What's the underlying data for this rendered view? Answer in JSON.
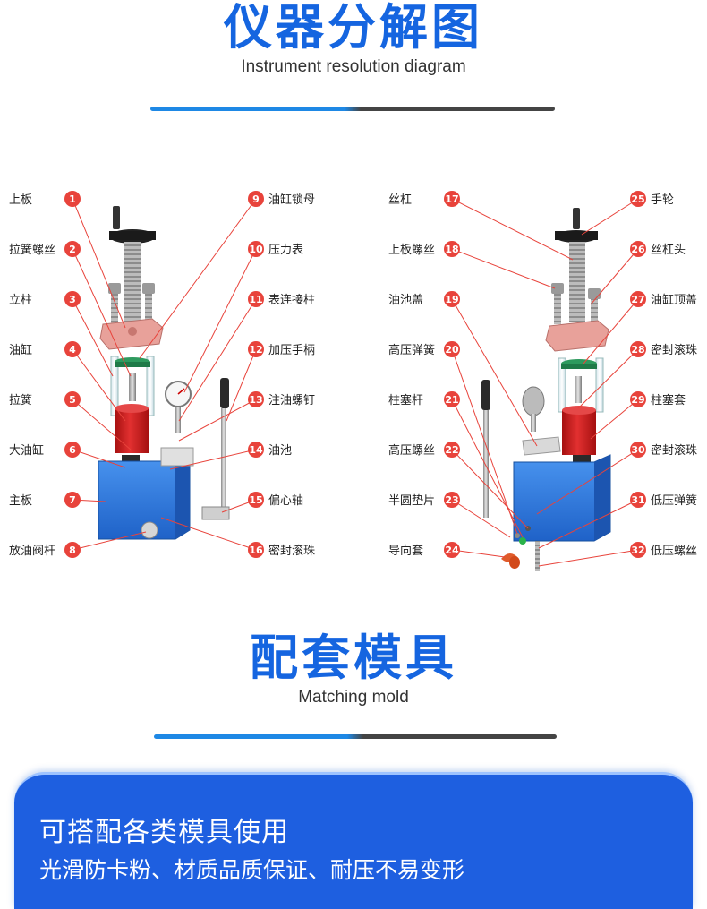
{
  "header": {
    "title_cn": "仪器分解图",
    "title_en": "Instrument resolution diagram"
  },
  "parts": [
    {
      "num": "1",
      "label": "上板"
    },
    {
      "num": "2",
      "label": "拉簧螺丝"
    },
    {
      "num": "3",
      "label": "立柱"
    },
    {
      "num": "4",
      "label": "油缸"
    },
    {
      "num": "5",
      "label": "拉簧"
    },
    {
      "num": "6",
      "label": "大油缸"
    },
    {
      "num": "7",
      "label": "主板"
    },
    {
      "num": "8",
      "label": "放油阀杆"
    },
    {
      "num": "9",
      "label": "油缸锁母"
    },
    {
      "num": "10",
      "label": "压力表"
    },
    {
      "num": "11",
      "label": "表连接柱"
    },
    {
      "num": "12",
      "label": "加压手柄"
    },
    {
      "num": "13",
      "label": "注油螺钉"
    },
    {
      "num": "14",
      "label": "油池"
    },
    {
      "num": "15",
      "label": "偏心轴"
    },
    {
      "num": "16",
      "label": "密封滚珠"
    },
    {
      "num": "17",
      "label": "丝杠"
    },
    {
      "num": "18",
      "label": "上板螺丝"
    },
    {
      "num": "19",
      "label": "油池盖"
    },
    {
      "num": "20",
      "label": "高压弹簧"
    },
    {
      "num": "21",
      "label": "柱塞杆"
    },
    {
      "num": "22",
      "label": "高压螺丝"
    },
    {
      "num": "23",
      "label": "半圆垫片"
    },
    {
      "num": "24",
      "label": "导向套"
    },
    {
      "num": "25",
      "label": "手轮"
    },
    {
      "num": "26",
      "label": "丝杠头"
    },
    {
      "num": "27",
      "label": "油缸顶盖"
    },
    {
      "num": "28",
      "label": "密封滚珠"
    },
    {
      "num": "29",
      "label": "柱塞套"
    },
    {
      "num": "30",
      "label": "密封滚珠"
    },
    {
      "num": "31",
      "label": "低压弹簧"
    },
    {
      "num": "32",
      "label": "低压螺丝"
    }
  ],
  "section2": {
    "title_cn": "配套模具",
    "title_en": "Matching mold"
  },
  "banner": {
    "line1": "可搭配各类模具使用",
    "line2": "光滑防卡粉、材质品质保证、耐压不易变形"
  },
  "colors": {
    "title_blue": "#1565e0",
    "badge_red": "#e8433b",
    "base_blue": "#2f7de0",
    "cylinder_red": "#d62020",
    "banner_blue": "#1e5fe0"
  }
}
